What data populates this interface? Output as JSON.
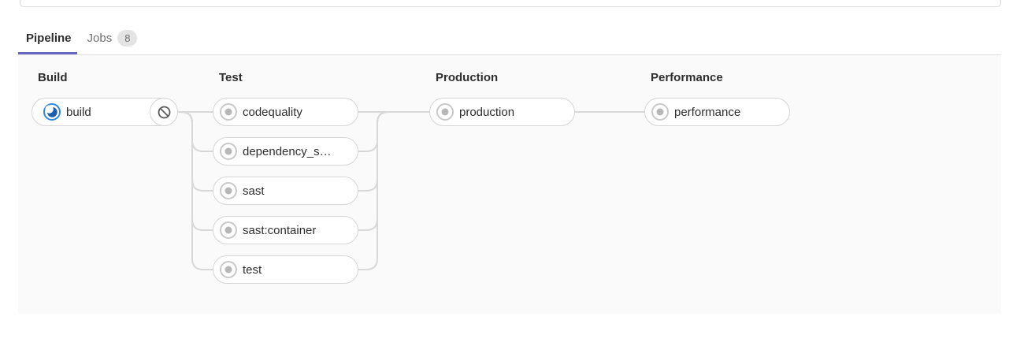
{
  "tabs": {
    "pipeline": {
      "label": "Pipeline",
      "active": true
    },
    "jobs": {
      "label": "Jobs",
      "badge": "8"
    }
  },
  "colors": {
    "active_tab_indicator": "#6666c4",
    "running_blue": "#2e87e0",
    "running_blue_dark": "#1b5fae",
    "status_created_gray": "#b7b7b7",
    "connector_gray": "#d8d8d8"
  },
  "icons": {
    "running": "status-running-icon",
    "created": "status-created-icon",
    "cancel": "cancel-ban-icon"
  },
  "pipeline": {
    "stages": [
      {
        "name": "Build",
        "jobs": [
          {
            "name": "build",
            "status": "running",
            "action": "cancel"
          }
        ]
      },
      {
        "name": "Test",
        "jobs": [
          {
            "name": "codequality",
            "status": "created"
          },
          {
            "name": "dependency_s…",
            "status": "created"
          },
          {
            "name": "sast",
            "status": "created"
          },
          {
            "name": "sast:container",
            "status": "created"
          },
          {
            "name": "test",
            "status": "created"
          }
        ]
      },
      {
        "name": "Production",
        "jobs": [
          {
            "name": "production",
            "status": "created"
          }
        ]
      },
      {
        "name": "Performance",
        "jobs": [
          {
            "name": "performance",
            "status": "created"
          }
        ]
      }
    ]
  }
}
